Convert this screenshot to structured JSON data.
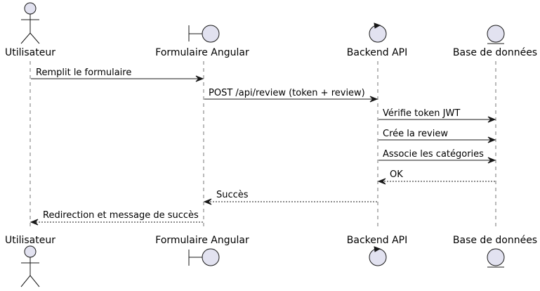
{
  "participants": [
    {
      "id": "user",
      "label": "Utilisateur",
      "kind": "actor"
    },
    {
      "id": "form",
      "label": "Formulaire Angular",
      "kind": "boundary"
    },
    {
      "id": "api",
      "label": "Backend API",
      "kind": "control"
    },
    {
      "id": "db",
      "label": "Base de données",
      "kind": "entity"
    }
  ],
  "messages": [
    {
      "from": "user",
      "to": "form",
      "text": "Remplit le formulaire",
      "style": "solid"
    },
    {
      "from": "form",
      "to": "api",
      "text": "POST /api/review (token + review)",
      "style": "solid"
    },
    {
      "from": "api",
      "to": "db",
      "text": "Vérifie token JWT",
      "style": "solid"
    },
    {
      "from": "api",
      "to": "db",
      "text": "Crée la review",
      "style": "solid"
    },
    {
      "from": "api",
      "to": "db",
      "text": "Associe les catégories",
      "style": "solid"
    },
    {
      "from": "db",
      "to": "api",
      "text": "OK",
      "style": "dashed"
    },
    {
      "from": "api",
      "to": "form",
      "text": "Succès",
      "style": "dashed"
    },
    {
      "from": "form",
      "to": "user",
      "text": "Redirection et message de succès",
      "style": "dashed"
    }
  ],
  "colors": {
    "participant_fill": "#E2E2F0",
    "line": "#181818"
  }
}
